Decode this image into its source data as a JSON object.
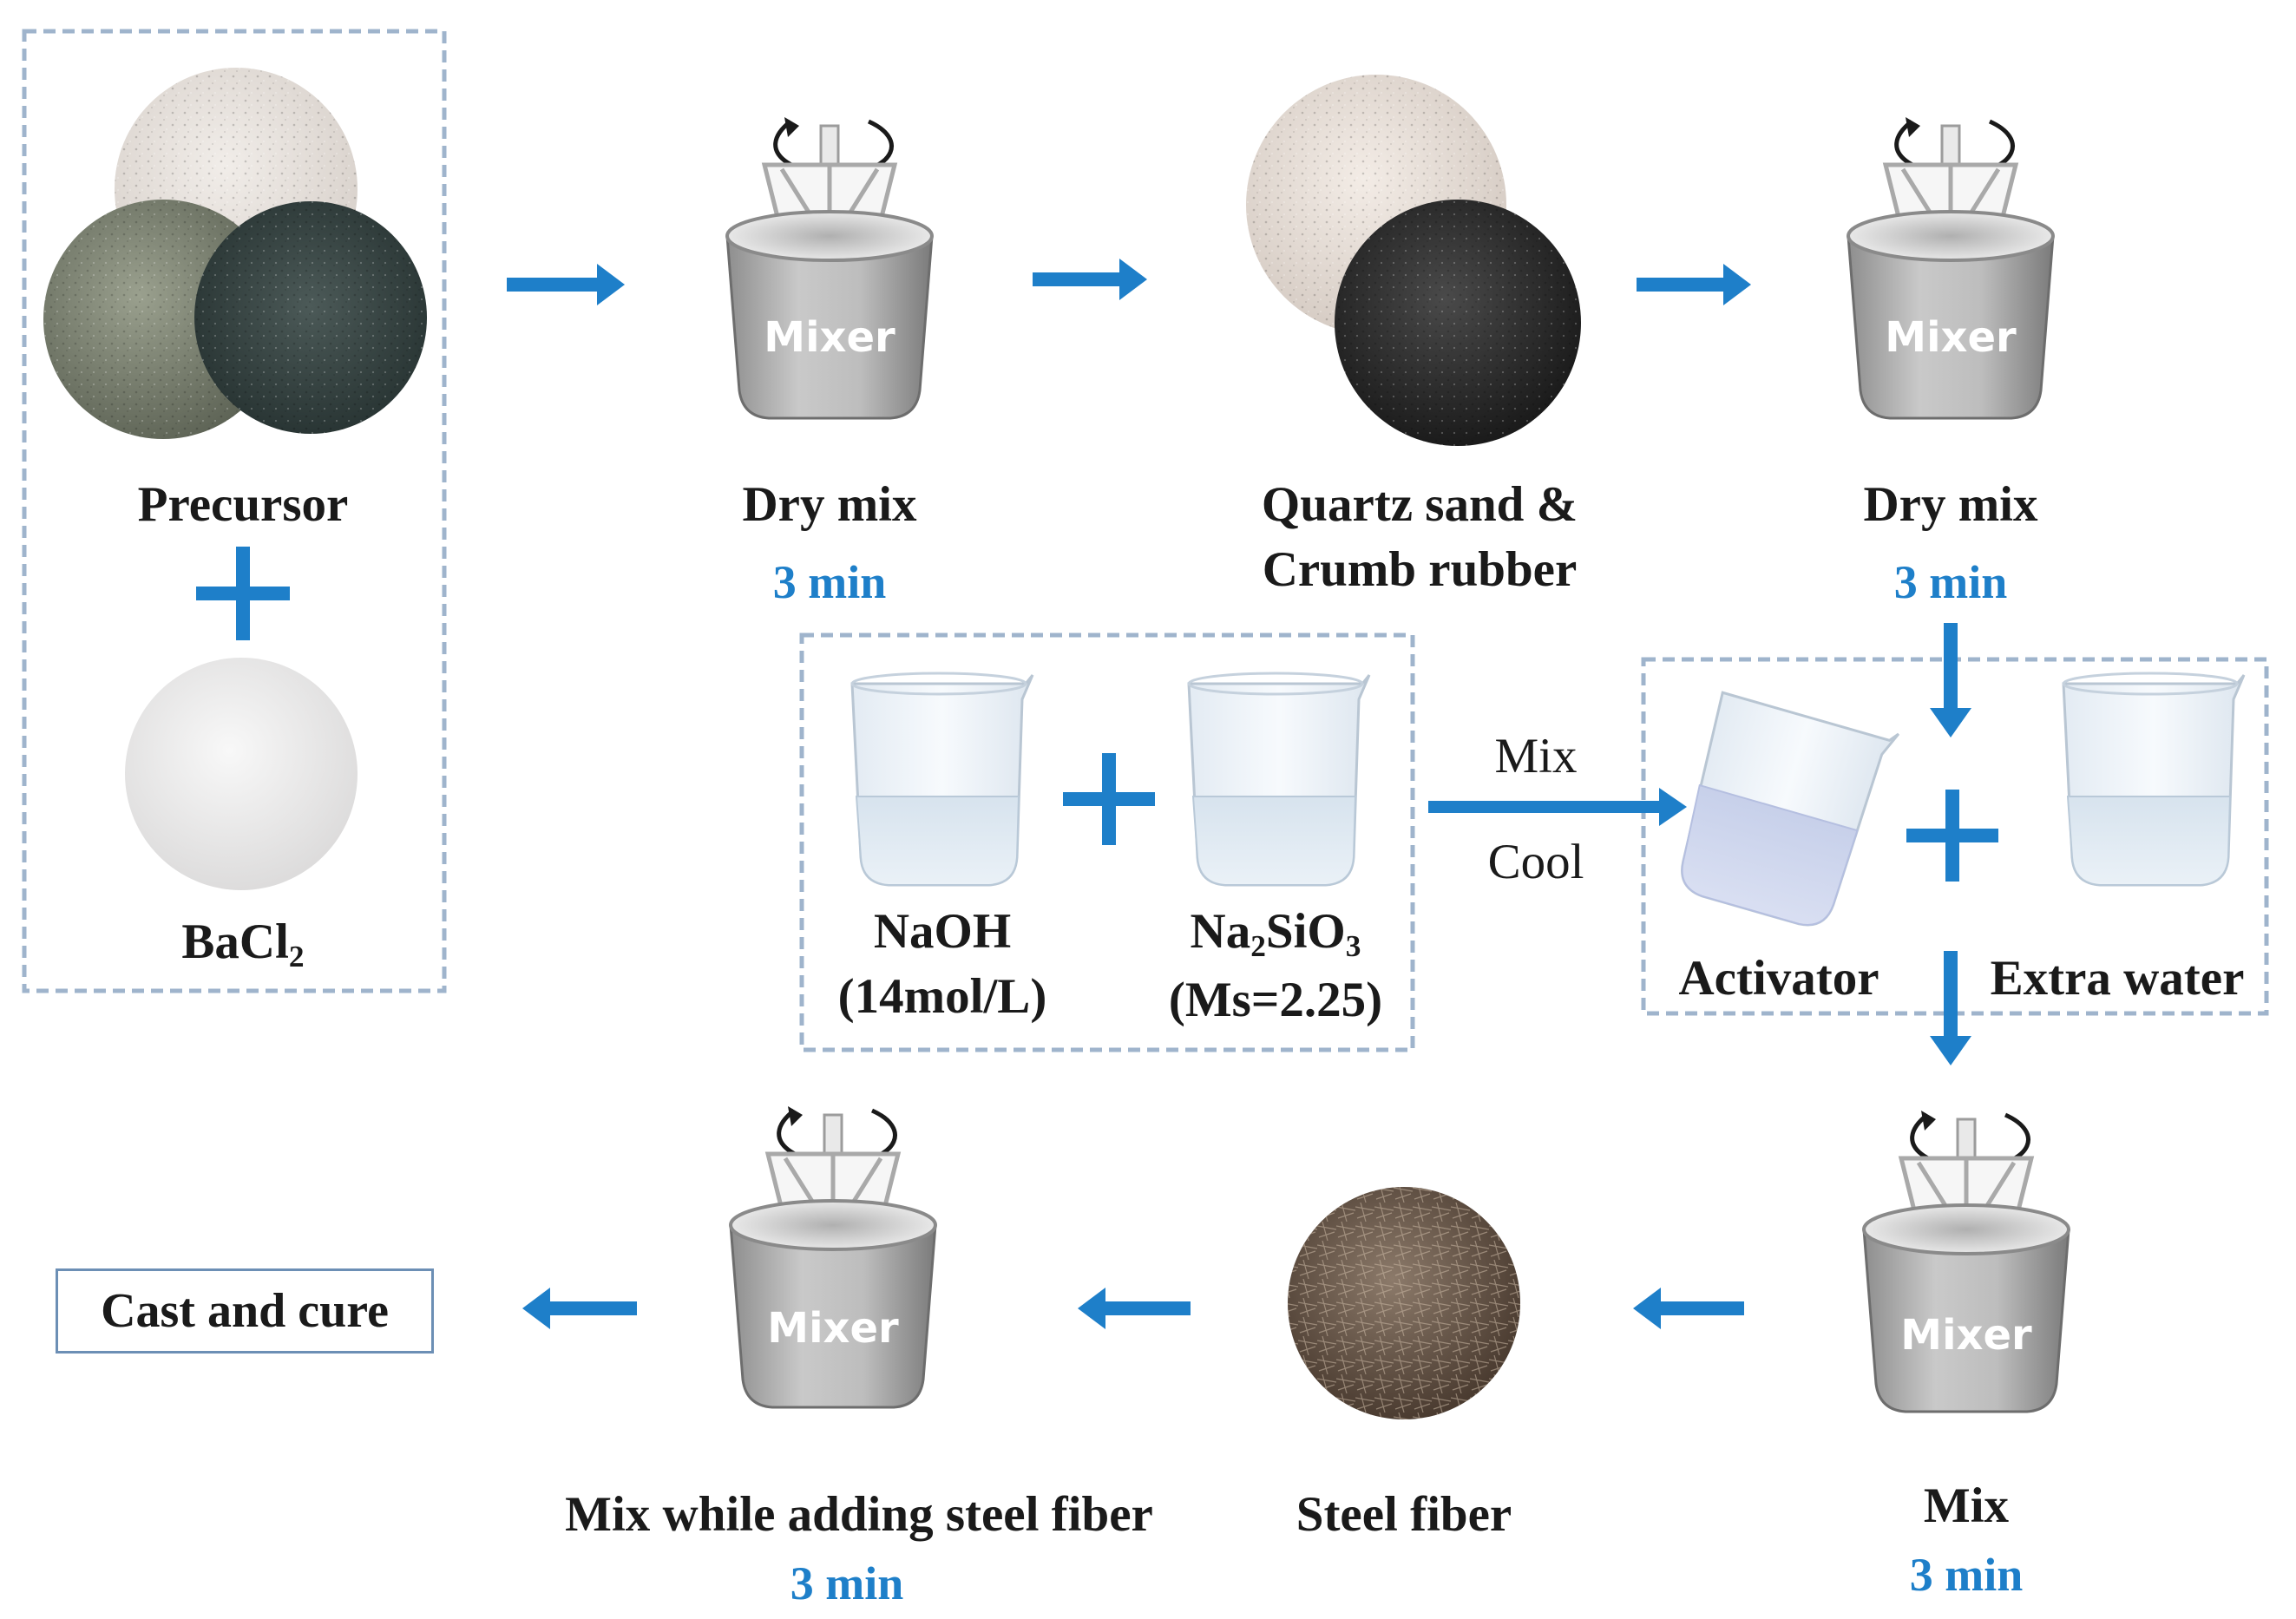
{
  "labels": {
    "precursor": "Precursor",
    "bacl2_main": "BaCl",
    "bacl2_sub": "2",
    "dry_mix_1": "Dry mix",
    "quartz_line1": "Quartz sand &",
    "quartz_line2": "Crumb rubber",
    "dry_mix_2": "Dry mix",
    "naoh": "NaOH",
    "naoh_conc": "(14mol/L)",
    "na2sio3_na": "Na",
    "na2sio3_sub1": "2",
    "na2sio3_sio": "SiO",
    "na2sio3_sub2": "3",
    "na2sio3_ms": "(Ms=2.25)",
    "mix_arrow_top": "Mix",
    "cool_arrow_bottom": "Cool",
    "activator": "Activator",
    "extra_water": "Extra water",
    "mix_final": "Mix",
    "steel_fiber": "Steel fiber",
    "mix_steel": "Mix while adding steel fiber",
    "cast_cure": "Cast and cure",
    "mixer": "Mixer"
  },
  "times": {
    "t1": "3 min",
    "t2": "3 min",
    "t3": "3 min",
    "t4": "3 min"
  },
  "colors": {
    "arrow": "#1e7fc9",
    "box_border": "#9fb4cc",
    "time_text": "#1e7fc9"
  }
}
